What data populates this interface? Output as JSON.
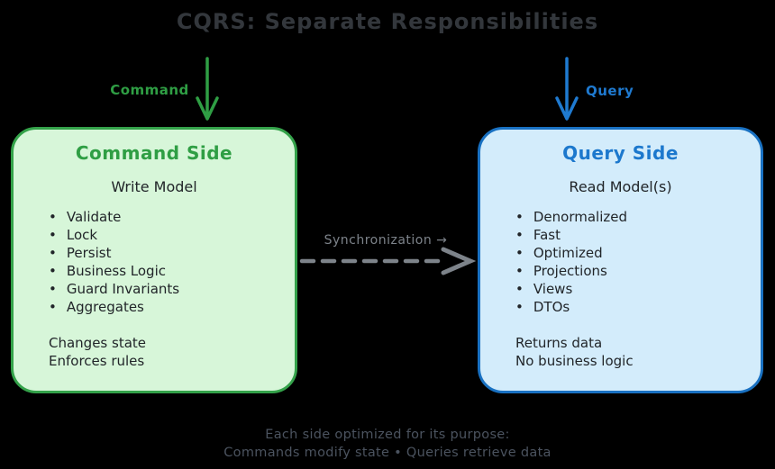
{
  "title": "CQRS: Separate Responsibilities",
  "flows": {
    "command": {
      "label": "Command"
    },
    "query": {
      "label": "Query"
    }
  },
  "command_side": {
    "title": "Command Side",
    "subtitle": "Write Model",
    "bullets": [
      "Validate",
      "Lock",
      "Persist",
      "Business Logic",
      "Guard Invariants",
      "Aggregates"
    ],
    "footer": [
      "Changes state",
      "Enforces rules"
    ]
  },
  "query_side": {
    "title": "Query Side",
    "subtitle": "Read Model(s)",
    "bullets": [
      "Denormalized",
      "Fast",
      "Optimized",
      "Projections",
      "Views",
      "DTOs"
    ],
    "footer": [
      "Returns data",
      "No business logic"
    ]
  },
  "sync": {
    "label": "Synchronization →"
  },
  "caption": {
    "line1": "Each side optimized for its purpose:",
    "line2": "Commands modify state • Queries retrieve data"
  },
  "colors": {
    "background": "#000000",
    "title_text": "#33373c",
    "command_green": "#2f9e44",
    "command_fill": "#d7f6d9",
    "query_blue": "#1971c2",
    "query_fill": "#d3ecfb",
    "sync_gray": "#7d838a",
    "caption_gray": "#4b535f",
    "body_text": "#212529"
  }
}
